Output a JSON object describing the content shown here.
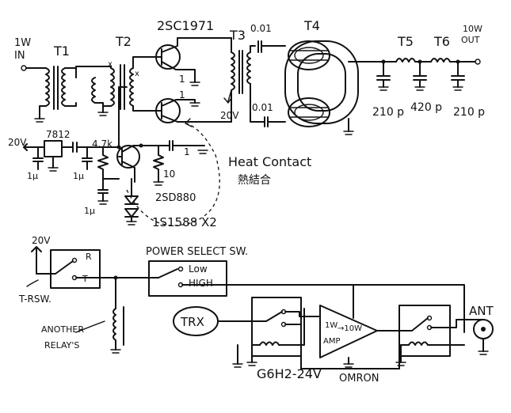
{
  "top_left": {
    "power_line1": "1W",
    "power_line2": "IN"
  },
  "transformers": {
    "t1": "T1",
    "t2": "T2",
    "t3": "T3",
    "t4": "T4",
    "t5": "T5",
    "t6": "T6"
  },
  "transistor_pair": "2SC1971",
  "output": {
    "power_line1": "10W",
    "power_line2": "OUT"
  },
  "caps": {
    "t3_top": "0.01",
    "t3_bottom": "0.01",
    "filter1": "210 p",
    "filter2": "420 p",
    "filter3": "210 p"
  },
  "resistors": {
    "base1": "1",
    "base2": "1",
    "bias_top": "4.7k",
    "emitter": "10"
  },
  "supply": {
    "t3_supply": "20V",
    "reg_out": "20V",
    "regulator": "7812",
    "reg_cap1": "1µ",
    "reg_cap2": "1µ",
    "bias_cap": "1µ",
    "bias_cap2": "1",
    "tap_x": "x"
  },
  "bias": {
    "transistor": "2SD880",
    "diodes": "1S1588 X2"
  },
  "heat_contact": {
    "label": "Heat Contact",
    "japanese": "熱結合"
  },
  "control": {
    "supply": "20V",
    "relay_r": "R",
    "relay_t": "T",
    "trsw": "T-RSW.",
    "another_line1": "ANOTHER",
    "another_line2": "RELAY'S"
  },
  "power_select": {
    "title": "POWER SELECT SW.",
    "low": "Low",
    "high": "HIGH"
  },
  "rf_path": {
    "trx": "TRX",
    "amp_line1": "1W",
    "amp_arrow": "→10W",
    "amp_line2": "AMP",
    "relay_model": "G6H2-24V",
    "relay_brand": "OMRON",
    "antenna": "ANT"
  }
}
